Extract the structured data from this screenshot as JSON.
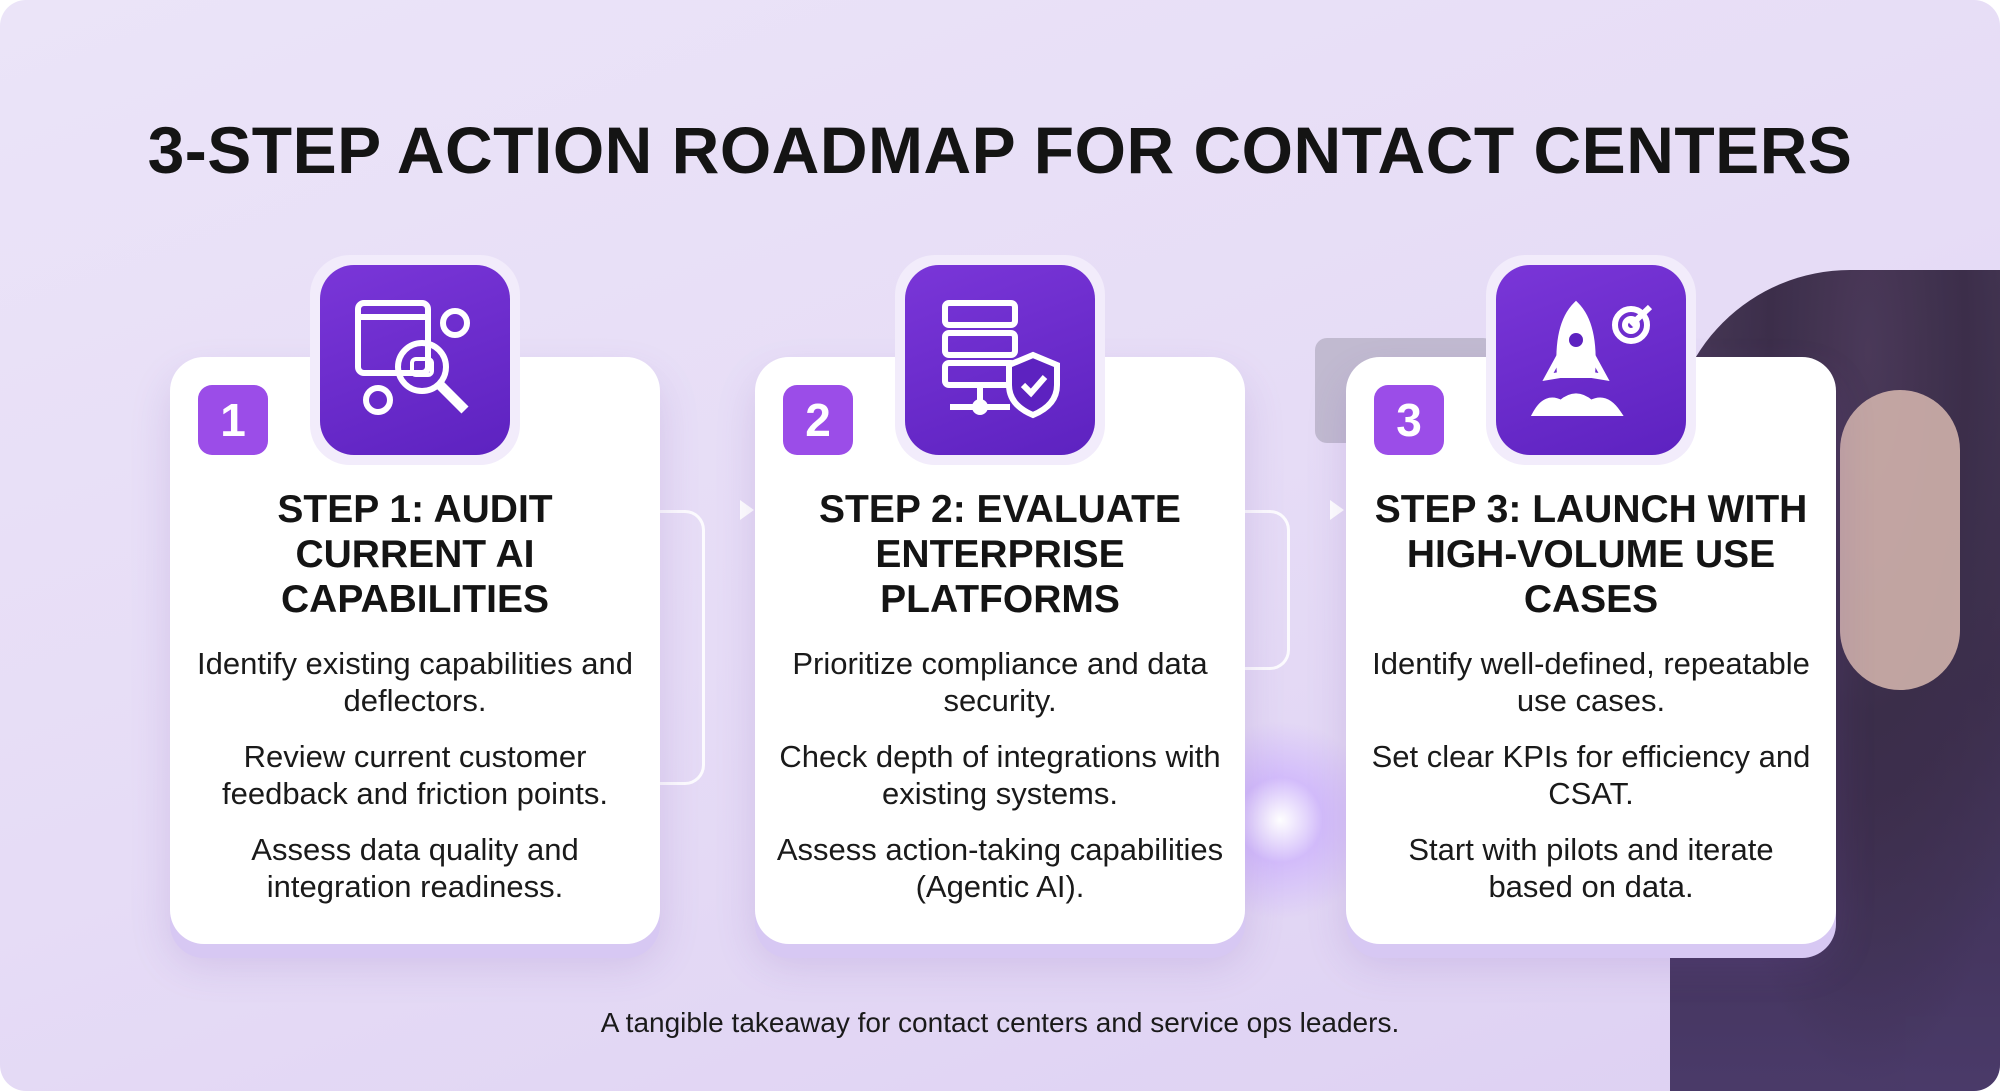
{
  "title": "3-STEP ACTION ROADMAP FOR CONTACT CENTERS",
  "steps": [
    {
      "number": "1",
      "icon": "robot-search-gears-icon",
      "heading": "STEP 1: AUDIT CURRENT AI CAPABILITIES",
      "points": [
        "Identify existing capabilities and deflectors.",
        "Review current customer feedback and friction points.",
        "Assess data quality and integration readiness."
      ]
    },
    {
      "number": "2",
      "icon": "server-shield-icon",
      "heading": "STEP 2: EVALUATE ENTERPRISE PLATFORMS",
      "points": [
        "Prioritize compliance and data security.",
        "Check depth of integrations with existing systems.",
        "Assess action-taking capabilities (Agentic AI)."
      ]
    },
    {
      "number": "3",
      "icon": "rocket-target-icon",
      "heading": "STEP 3: LAUNCH WITH HIGH-VOLUME USE CASES",
      "points": [
        "Identify well-defined, repeatable use cases.",
        "Set clear KPIs for efficiency and CSAT.",
        "Start with pilots and iterate based on data."
      ]
    }
  ],
  "caption": "A tangible takeaway for contact centers and service ops leaders.",
  "colors": {
    "accent": "#6a2bd0",
    "badge": "#9b4de8",
    "background": "#e8e0f7"
  }
}
